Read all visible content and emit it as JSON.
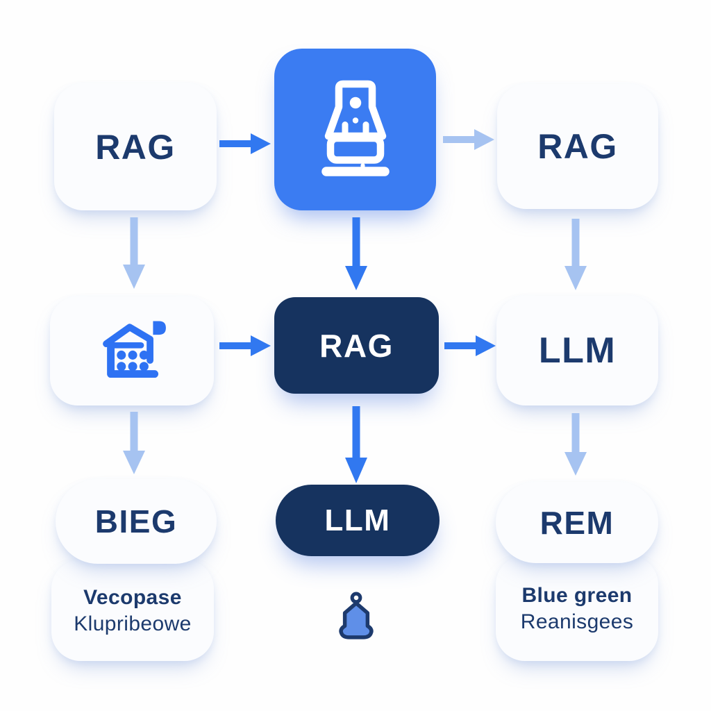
{
  "diagram": {
    "nodes": {
      "top_left": {
        "label": "RAG"
      },
      "top_center": {
        "icon": "stamp-machine-icon"
      },
      "top_right": {
        "label": "RAG"
      },
      "mid_left": {
        "icon": "warehouse-database-icon"
      },
      "mid_center": {
        "label": "RAG"
      },
      "mid_right": {
        "label": "LLM"
      },
      "bottom_left": {
        "label": "BIEG"
      },
      "bottom_center": {
        "label": "LLM"
      },
      "bottom_right": {
        "label": "REM"
      },
      "caption_left": {
        "title": "Vecopase",
        "subtitle": "Klupribeowe"
      },
      "caption_center": {
        "icon": "bell-icon"
      },
      "caption_right": {
        "title": "Blue green",
        "subtitle": "Reanisgees"
      }
    },
    "colors": {
      "accent_blue": "#3b7cf2",
      "dark_navy": "#16335f",
      "text_navy": "#1c3a6d",
      "arrow_strong": "#3178f0",
      "arrow_light": "#a6c3f1",
      "icon_blue": "#2e72f3",
      "bell_fill": "#5f8fe8"
    }
  }
}
